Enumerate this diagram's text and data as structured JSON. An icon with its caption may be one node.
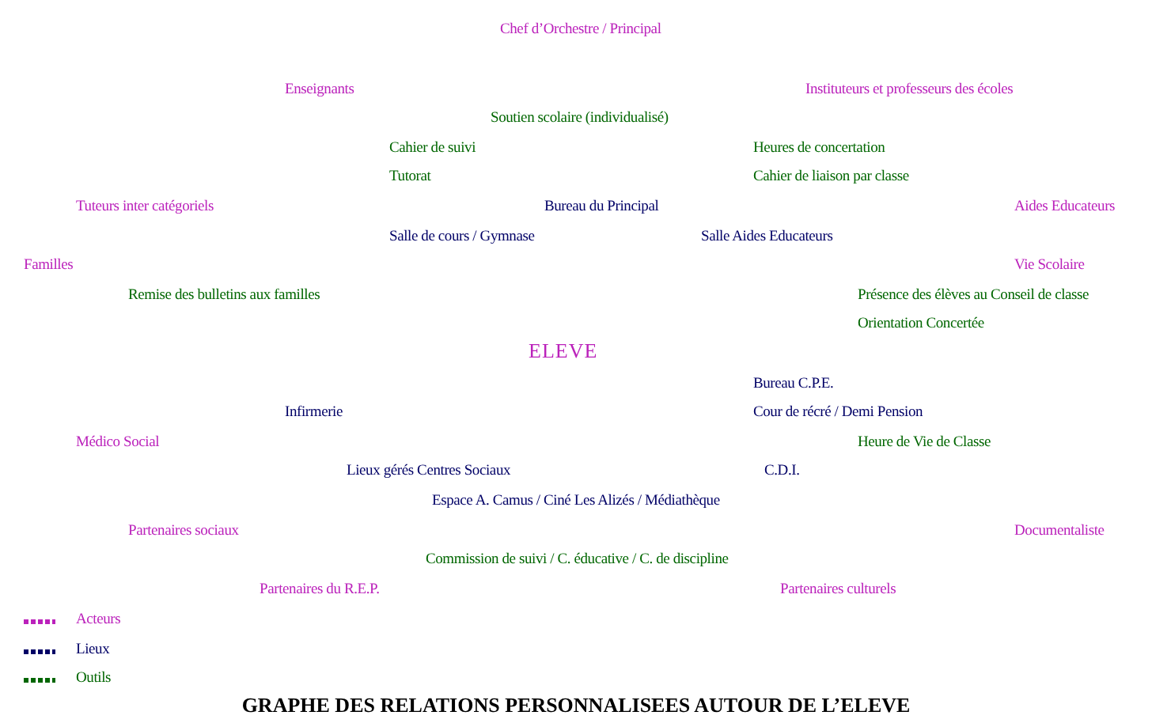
{
  "diagram": {
    "title": "GRAPHE DES RELATIONS PERSONNALISEES AUTOUR DE L’ELEVE",
    "labels": [
      "Chef d’Orchestre / Principal",
      "Enseignants",
      "Instituteurs et professeurs des écoles",
      "Soutien scolaire (individualisé)",
      "Cahier de suivi",
      "Heures de concertation",
      "Tutorat",
      "Cahier de liaison par classe",
      "Tuteurs inter catégoriels",
      "Bureau du Principal",
      "Aides Educateurs",
      "Salle de cours / Gymnase",
      "Salle Aides Educateurs",
      "Familles",
      "Vie Scolaire",
      "Remise des bulletins aux familles",
      "Présence des élèves au Conseil de classe",
      "Orientation Concertée",
      "ELEVE",
      "Bureau C.P.E.",
      "Infirmerie",
      "Cour de récré / Demi Pension",
      "Médico Social",
      "Heure de Vie de Classe",
      "Lieux gérés  Centres Sociaux",
      "C.D.I.",
      "Espace A. Camus / Ciné Les Alizés / Médiathèque",
      "Partenaires sociaux",
      "Documentaliste",
      "Commission de suivi / C. éducative / C. de discipline",
      "Partenaires du R.E.P.",
      "Partenaires culturels"
    ],
    "legend": [
      {
        "text": "Acteurs",
        "color": "#bb22bb"
      },
      {
        "text": "Lieux",
        "color": "#000066"
      },
      {
        "text": "Outils",
        "color": "#006600"
      }
    ]
  }
}
